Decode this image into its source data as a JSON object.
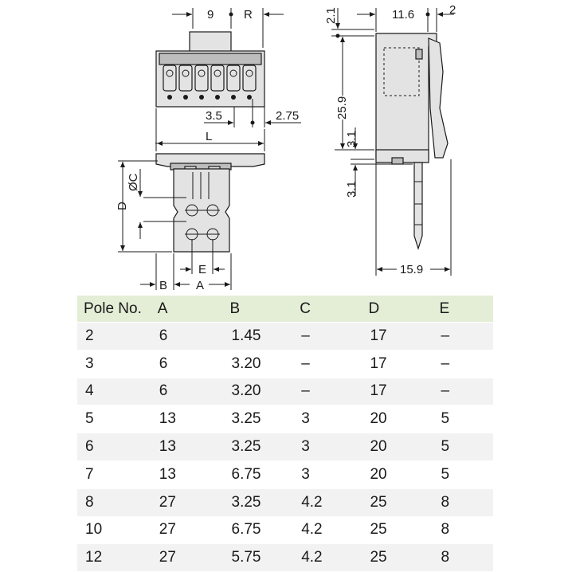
{
  "drawing": {
    "dims": {
      "d9": "9",
      "dR": "R",
      "d35": "3.5",
      "d275": "2.75",
      "dL": "L",
      "dC": "ØC",
      "dD": "D",
      "dE": "E",
      "dB": "B",
      "dA": "A",
      "d21": "2.1",
      "d116": "11.6",
      "d2": "2",
      "d259": "25.9",
      "d31a": "3.1",
      "d31b": "3.1",
      "d159": "15.9"
    }
  },
  "table": {
    "headers": [
      "Pole No.",
      "A",
      "B",
      "C",
      "D",
      "E"
    ],
    "rows": [
      [
        "2",
        "6",
        "1.45",
        "–",
        "17",
        "–"
      ],
      [
        "3",
        "6",
        "3.20",
        "–",
        "17",
        "–"
      ],
      [
        "4",
        "6",
        "3.20",
        "–",
        "17",
        "–"
      ],
      [
        "5",
        "13",
        "3.25",
        "3",
        "20",
        "5"
      ],
      [
        "6",
        "13",
        "3.25",
        "3",
        "20",
        "5"
      ],
      [
        "7",
        "13",
        "6.75",
        "3",
        "20",
        "5"
      ],
      [
        "8",
        "27",
        "3.25",
        "4.2",
        "25",
        "8"
      ],
      [
        "10",
        "27",
        "6.75",
        "4.2",
        "25",
        "8"
      ],
      [
        "12",
        "27",
        "5.75",
        "4.2",
        "25",
        "8"
      ]
    ]
  }
}
